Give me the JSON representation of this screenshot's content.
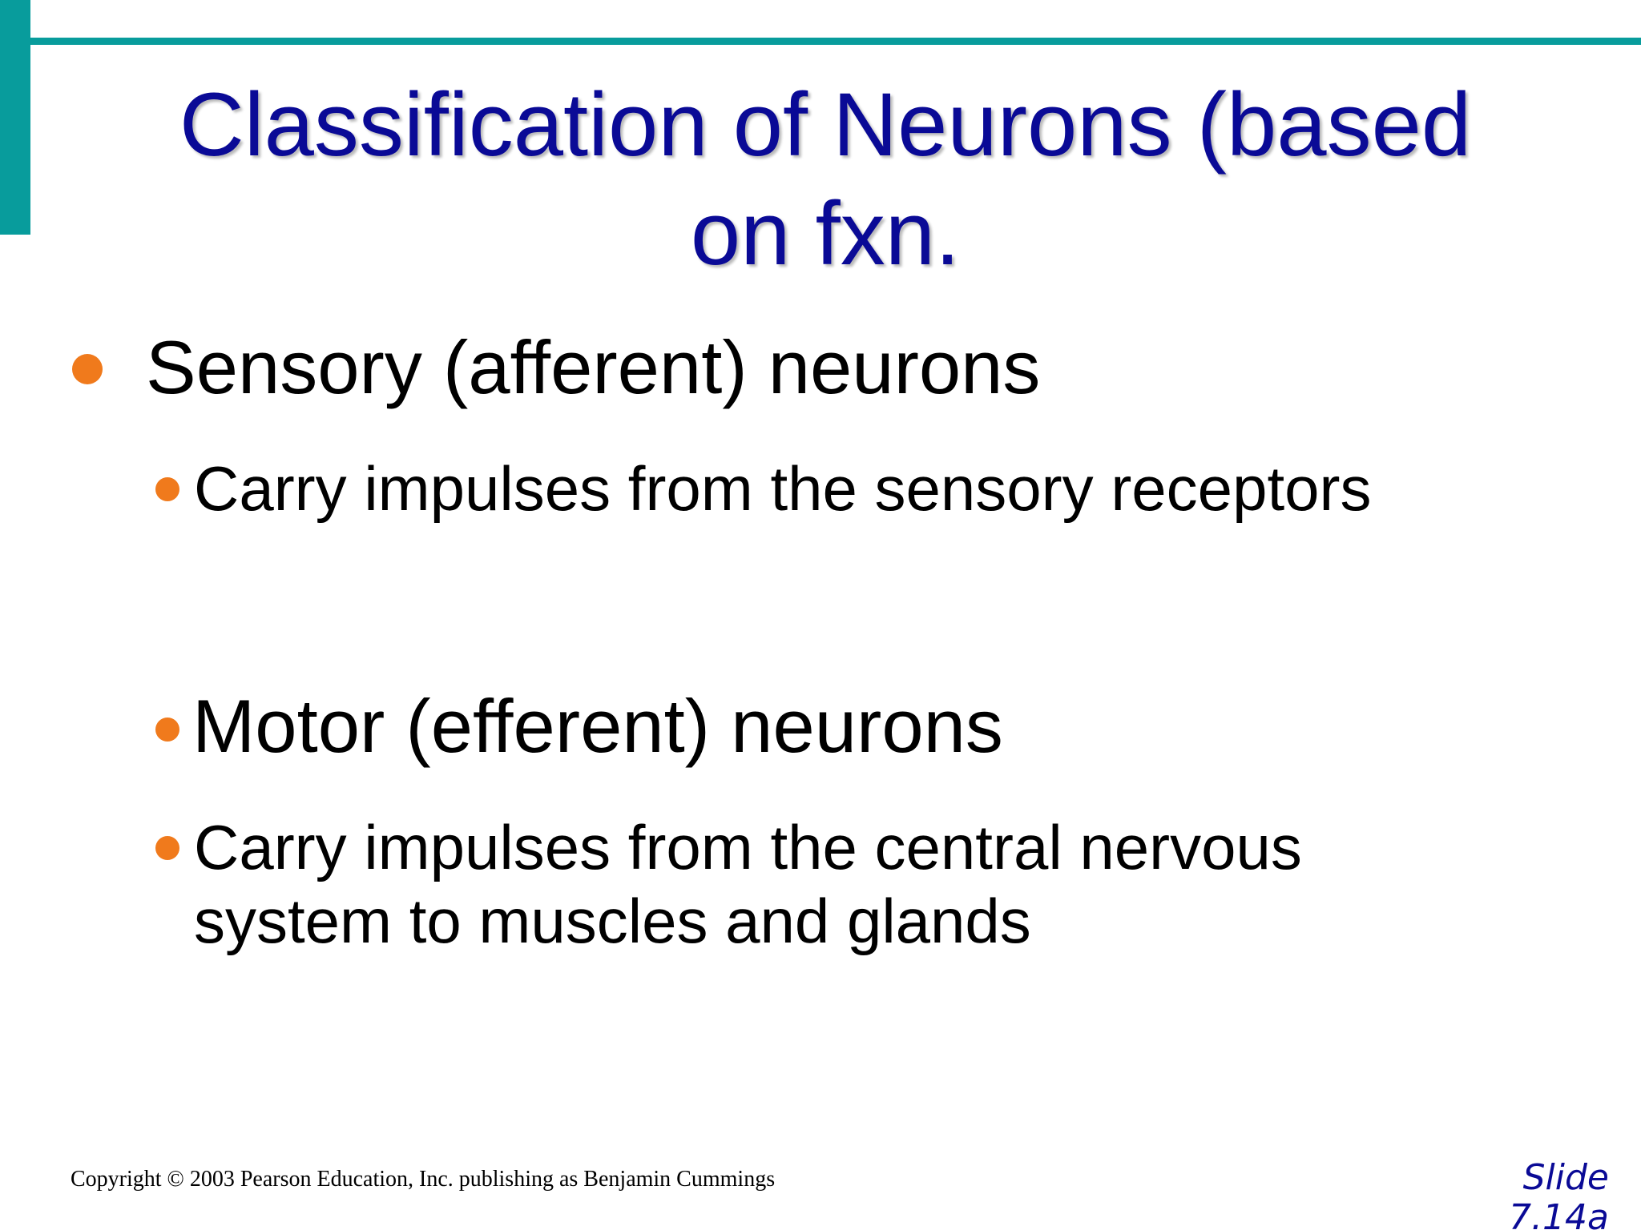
{
  "colors": {
    "accent_teal": "#089c9c",
    "title_blue": "#0a0a96",
    "bullet_orange": "#f07a1c",
    "body_text": "#000000",
    "background": "#ffffff"
  },
  "slide": {
    "title_lines": [
      "Classification of Neurons (based",
      "on fxn."
    ],
    "bullets": [
      {
        "level": 1,
        "text": "Sensory (afferent) neurons"
      },
      {
        "level": 2,
        "text": "Carry impulses from the sensory receptors"
      },
      {
        "level": 2,
        "text": "Motor (efferent) neurons"
      },
      {
        "level": 2,
        "text": "Carry impulses from the central nervous\nsystem to muscles and glands"
      }
    ],
    "footer": {
      "copyright": "Copyright © 2003 Pearson Education, Inc. publishing as Benjamin Cummings",
      "slide_label": "Slide",
      "slide_number": "7.14a"
    }
  }
}
